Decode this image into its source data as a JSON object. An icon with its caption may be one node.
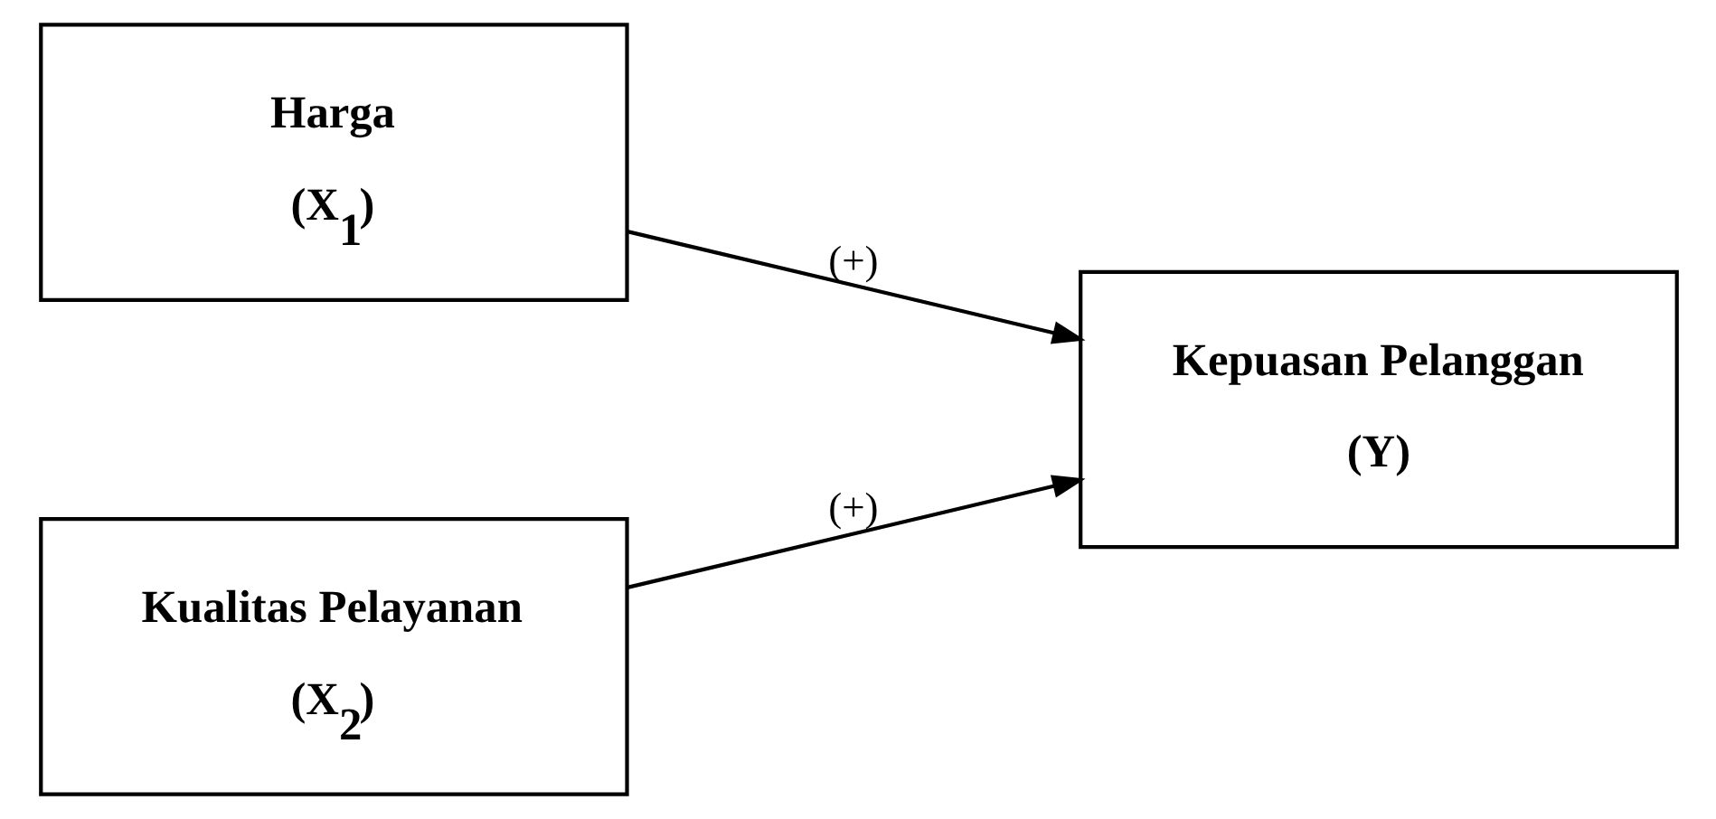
{
  "diagram": {
    "nodes": [
      {
        "text": [
          "Harga",
          "(X$_{1}$)"
        ]
      },
      {
        "text": [
          "Kualitas Pelayanan",
          "(X$_{2}$)"
        ]
      },
      {
        "text": [
          "Kepuasan Pelanggan",
          "(Y)"
        ]
      }
    ],
    "edges": [
      {
        "from": 0,
        "to": 2,
        "arrow": "to",
        "label": "(+)"
      },
      {
        "from": 1,
        "to": 2,
        "arrow": "to",
        "label": "(+)"
      }
    ]
  }
}
